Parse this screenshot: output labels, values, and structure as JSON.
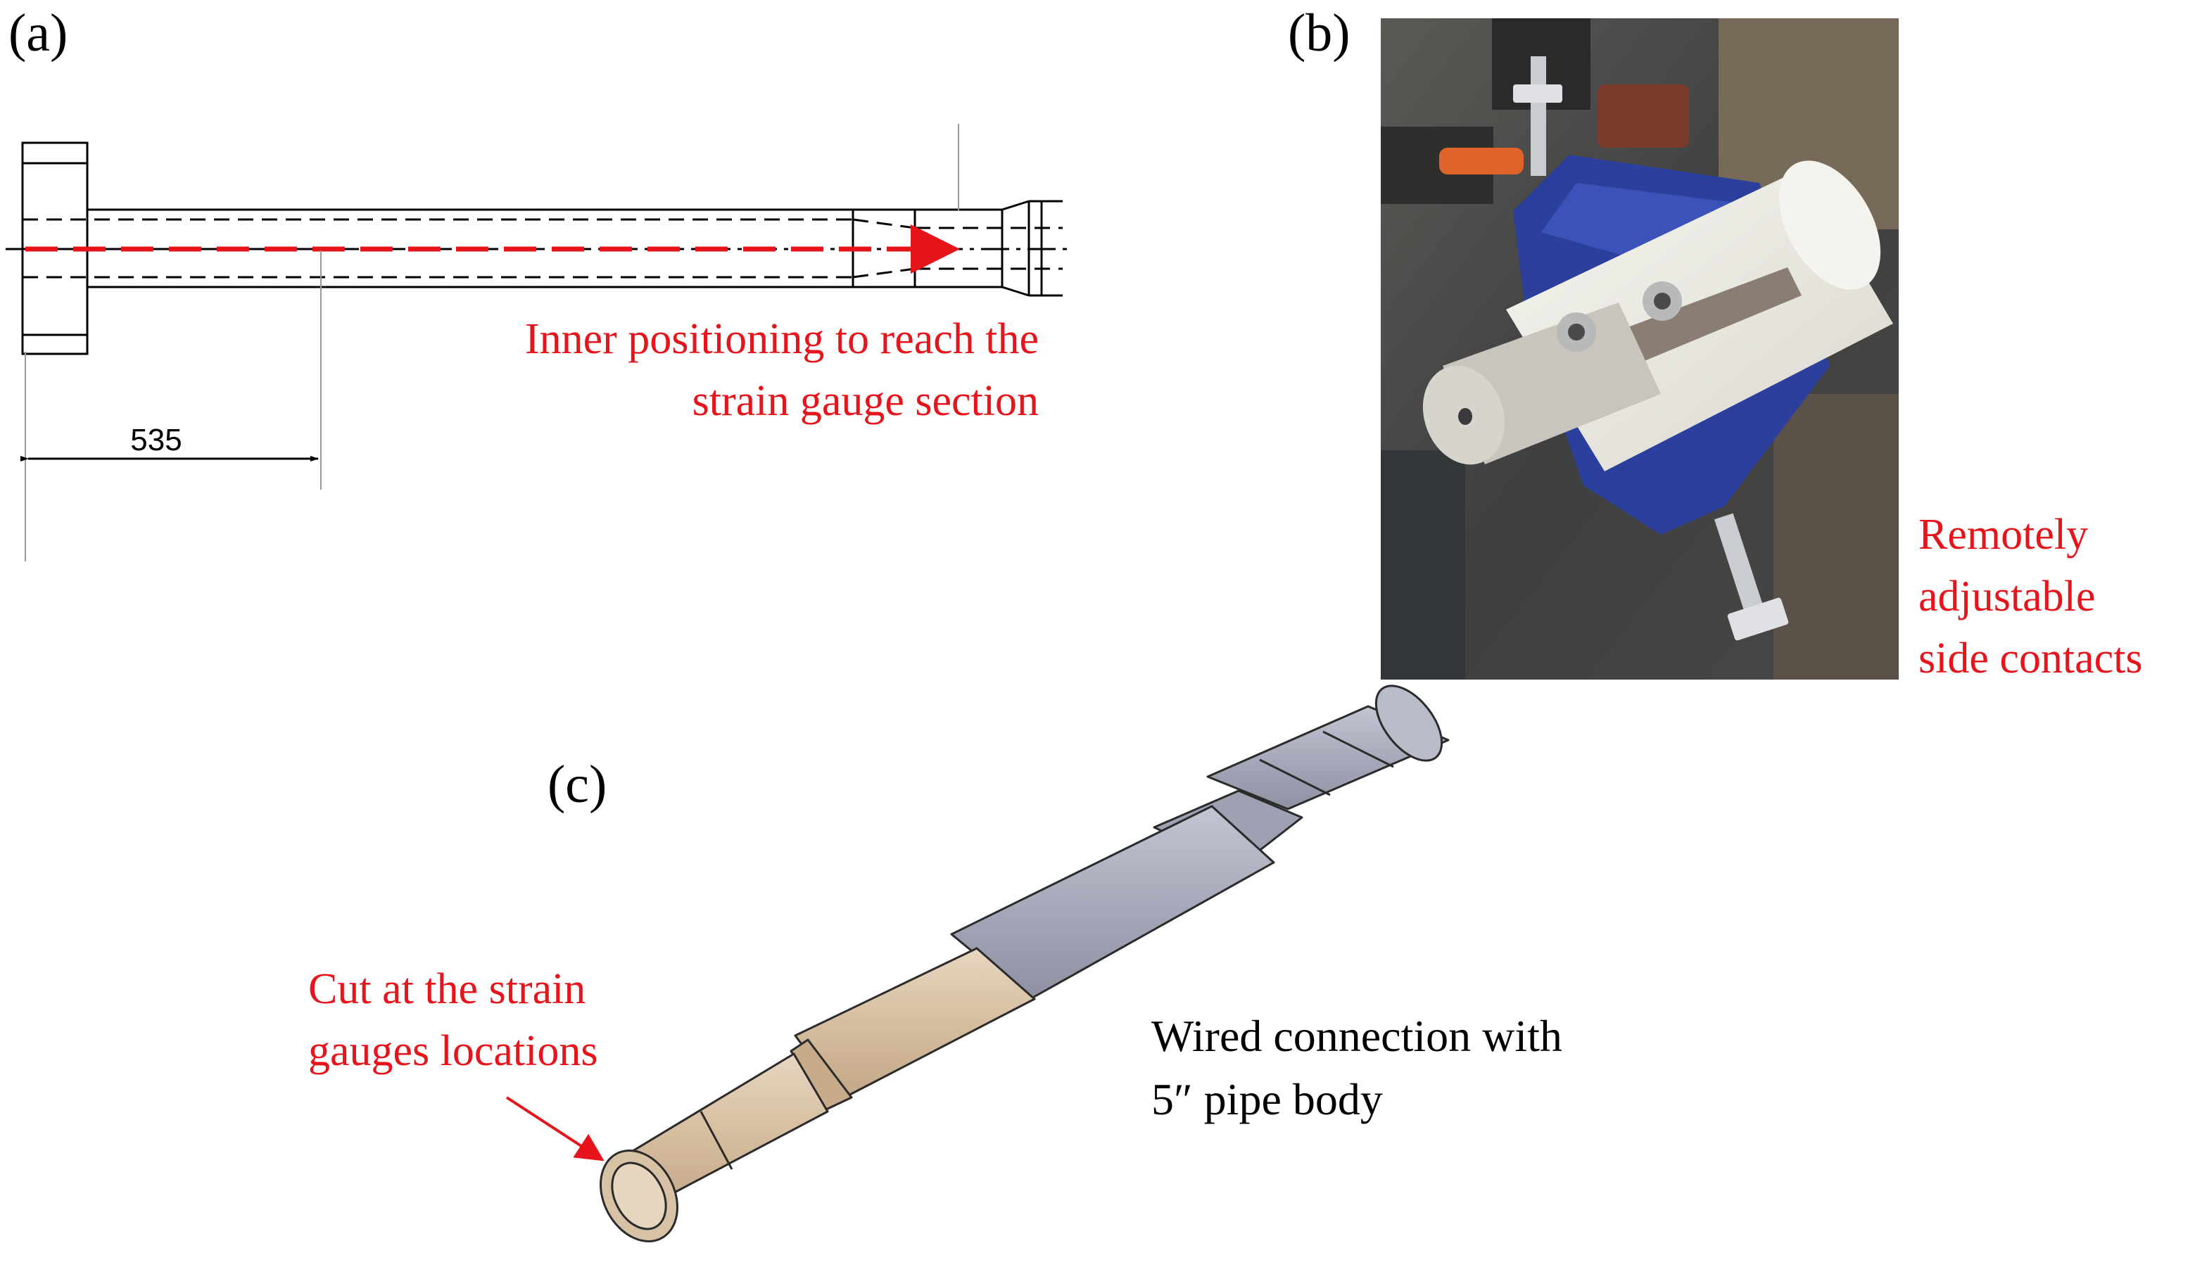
{
  "panels": {
    "a": {
      "label": "(a)",
      "dimension": "535",
      "annotation_lines": [
        "Inner positioning to reach the",
        "strain gauge section"
      ]
    },
    "b": {
      "label": "(b)",
      "annotation_lines": [
        "Remotely",
        "adjustable",
        "side contacts"
      ]
    },
    "c": {
      "label": "(c)",
      "left_annotation_lines": [
        "Cut at the strain",
        "gauges locations"
      ],
      "right_annotation_lines": [
        "Wired connection with",
        "5″ pipe body"
      ]
    }
  },
  "colors": {
    "annotation_red": "#e8141c",
    "line_black": "#000000",
    "part_tan": "#d6bfa3",
    "part_grey": "#a3a6b6",
    "fixture_blue": "#2c3f9c",
    "fixture_white": "#efefe9"
  }
}
